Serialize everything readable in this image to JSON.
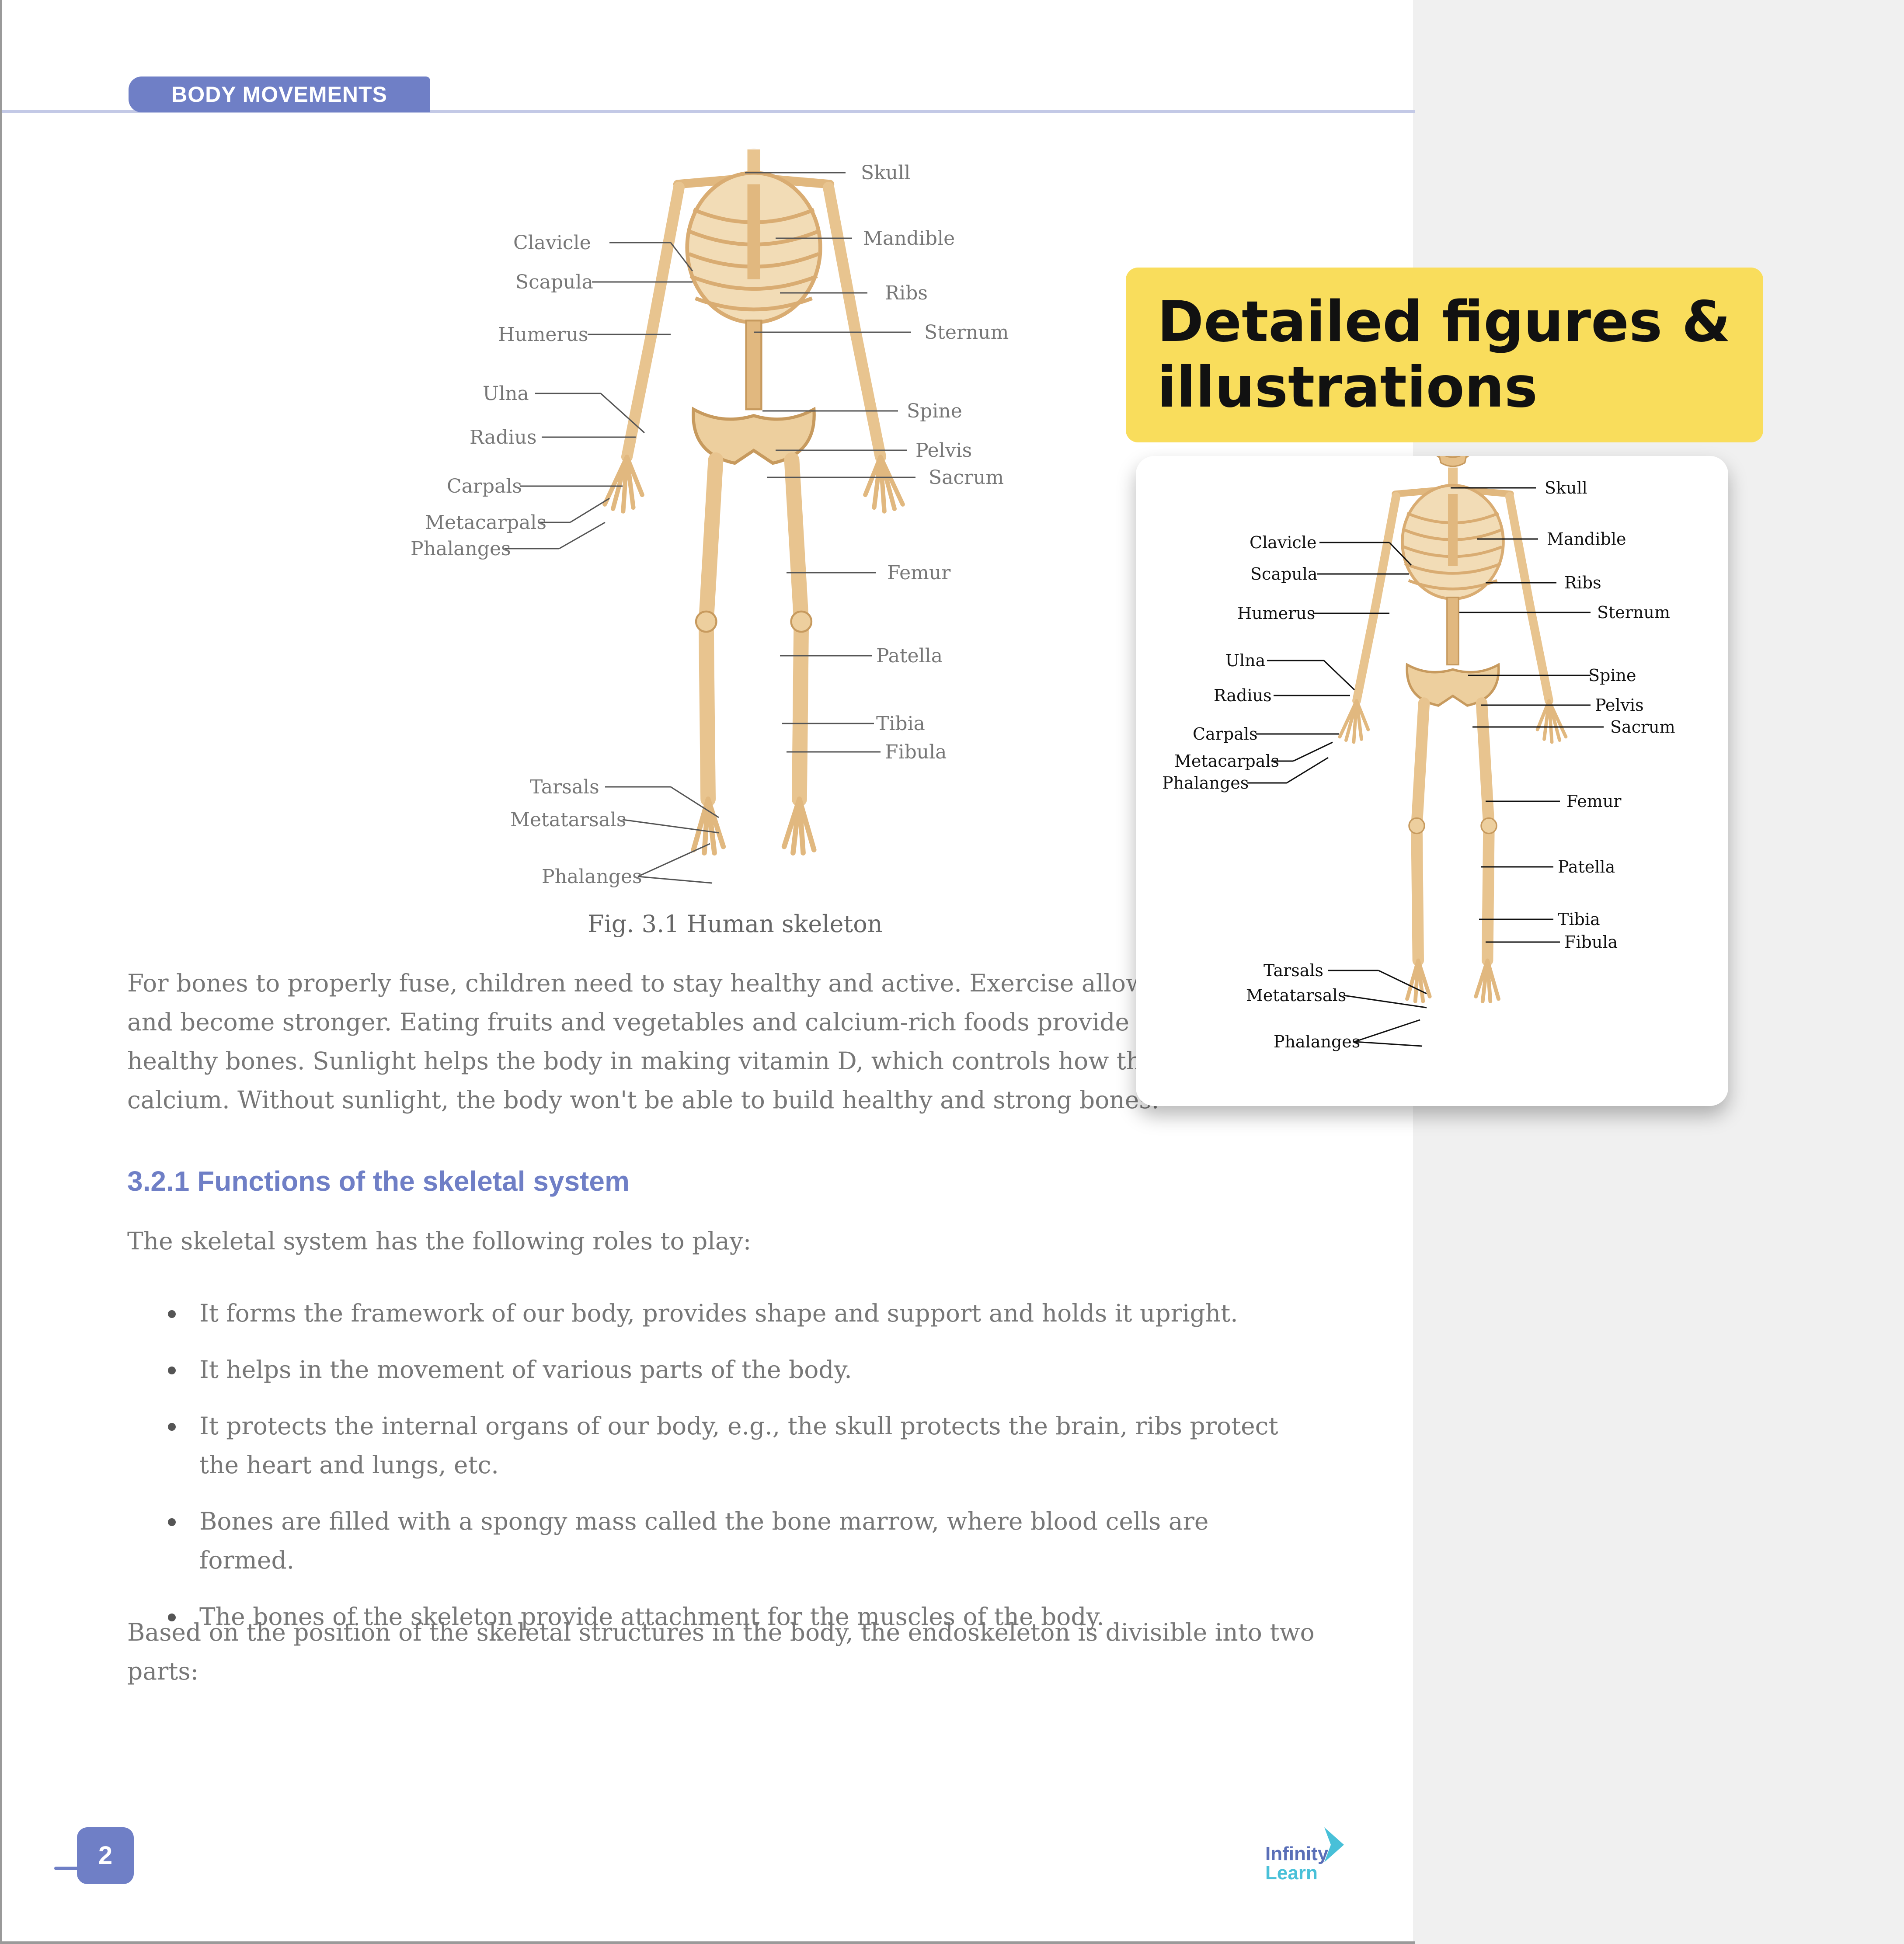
{
  "header": {
    "chapter": "BODY MOVEMENTS"
  },
  "figure": {
    "caption": "Fig. 3.1 Human skeleton",
    "labels": {
      "skull": "Skull",
      "mandible": "Mandible",
      "clavicle": "Clavicle",
      "scapula": "Scapula",
      "ribs": "Ribs",
      "humerus": "Humerus",
      "sternum": "Sternum",
      "ulna": "Ulna",
      "spine": "Spine",
      "radius": "Radius",
      "pelvis": "Pelvis",
      "sacrum": "Sacrum",
      "carpals": "Carpals",
      "metacarpals": "Metacarpals",
      "phalanges_hand": "Phalanges",
      "femur": "Femur",
      "patella": "Patella",
      "tibia": "Tibia",
      "fibula": "Fibula",
      "tarsals": "Tarsals",
      "metatarsals": "Metatarsals",
      "phalanges_foot": "Phalanges"
    }
  },
  "body": {
    "para1": [
      "For bones to properly fuse, children need to stay healthy and active. Exercise allows bon",
      "and become stronger. Eating fruits and vegetables and calcium-rich foods provide nutri",
      "healthy bones. Sunlight helps the body in making vitamin D, which controls how the bo",
      "calcium. Without sunlight, the body won't be able to build healthy and strong bones."
    ],
    "section_heading": "3.2.1 Functions of the skeletal system",
    "intro": "The skeletal system has the following roles to play:",
    "bullets": [
      "It forms the framework of our body, provides shape and support and holds it upright.",
      "It helps in the movement of various parts of the body.",
      "It protects the internal organs of our body, e.g., the skull protects the brain, ribs protect the heart and lungs, etc.",
      "Bones are filled with a spongy mass called the bone marrow, where blood cells are formed.",
      "The bones of the skeleton provide attachment for the muscles of the body."
    ],
    "closing": [
      "Based on the position of the skeletal structures in the body, the endoskeleton is divisible into two",
      "parts:"
    ]
  },
  "footer": {
    "page_number": "2",
    "logo_line1": "Infinity",
    "logo_line2": "Learn"
  },
  "callout": {
    "line1": "Detailed figures &",
    "line2": "illustrations"
  },
  "colors": {
    "accent": "#6f7fc6",
    "callout_bg": "#f9dd5c",
    "bone": "#e8c48f"
  }
}
